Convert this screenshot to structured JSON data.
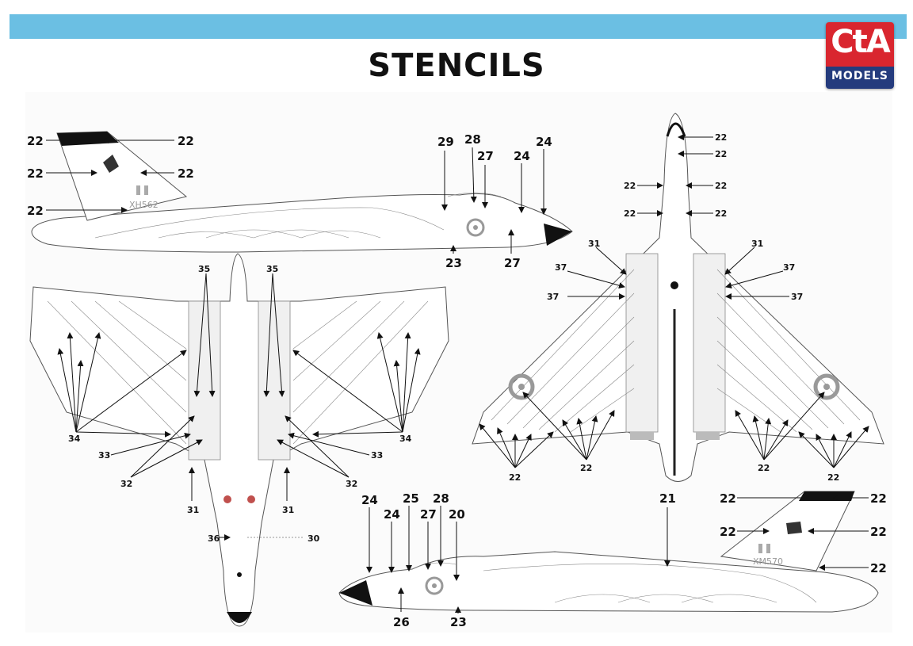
{
  "header": {
    "title": "STENCILS"
  },
  "logo": {
    "top_text": "CtA",
    "bottom_text": "MODELS"
  },
  "serials": {
    "top_profile": "XH562",
    "bottom_profile": "XM570"
  },
  "top_profile_labels": {
    "l1": "22",
    "l2": "22",
    "l3": "22",
    "l4": "22",
    "l5": "22",
    "l6": "29",
    "l7": "28",
    "l8": "27",
    "l9": "24",
    "l10": "24",
    "l11": "23",
    "l12": "27"
  },
  "upper_plan_labels": {
    "l1": "22",
    "l2": "22",
    "l3": "22",
    "l4": "22",
    "l5": "22",
    "l6": "22",
    "l7": "31",
    "l8": "31",
    "l9": "37",
    "l10": "37",
    "l11": "37",
    "l12": "37",
    "l13": "22",
    "l14": "22",
    "l15": "22",
    "l16": "22"
  },
  "lower_plan_labels": {
    "l1": "35",
    "l2": "35",
    "l3": "34",
    "l4": "34",
    "l5": "33",
    "l6": "33",
    "l7": "32",
    "l8": "32",
    "l9": "31",
    "l10": "31",
    "l11": "36",
    "l12": "30"
  },
  "bottom_profile_labels": {
    "l1": "24",
    "l2": "24",
    "l3": "25",
    "l4": "28",
    "l5": "27",
    "l6": "20",
    "l7": "21",
    "l8": "22",
    "l9": "22",
    "l10": "22",
    "l11": "22",
    "l12": "22",
    "l13": "26",
    "l14": "23"
  },
  "colors": {
    "bar": "#6bbfe3",
    "logo_red": "#d9262f",
    "logo_blue": "#243b7d",
    "roundel": "#888888"
  }
}
